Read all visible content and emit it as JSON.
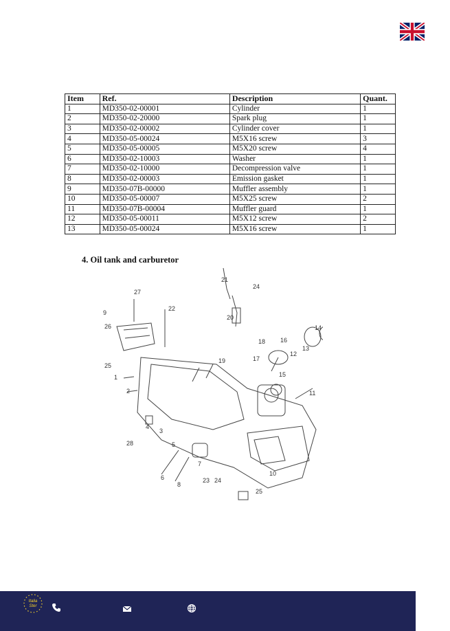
{
  "language_flag": "uk-flag-icon",
  "table": {
    "headers": [
      "Item",
      "Ref.",
      "Description",
      "Quant."
    ],
    "rows": [
      [
        "1",
        "MD350-02-00001",
        "Cylinder",
        "1"
      ],
      [
        "2",
        "MD350-02-20000",
        "Spark plug",
        "1"
      ],
      [
        "3",
        "MD350-02-00002",
        "Cylinder cover",
        "1"
      ],
      [
        "4",
        "MD350-05-00024",
        "M5X16 screw",
        "3"
      ],
      [
        "5",
        "MD350-05-00005",
        "M5X20 screw",
        "4"
      ],
      [
        "6",
        "MD350-02-10003",
        "Washer",
        "1"
      ],
      [
        "7",
        "MD350-02-10000",
        "Decompression valve",
        "1"
      ],
      [
        "8",
        "MD350-02-00003",
        "Emission gasket",
        "1"
      ],
      [
        "9",
        "MD350-07B-00000",
        "Muffler assembly",
        "1"
      ],
      [
        "10",
        "MD350-05-00007",
        "M5X25 screw",
        "2"
      ],
      [
        "11",
        "MD350-07B-00004",
        "Muffler guard",
        "1"
      ],
      [
        "12",
        "MD350-05-00011",
        "M5X12 screw",
        "2"
      ],
      [
        "13",
        "MD350-05-00024",
        "M5X16 screw",
        "1"
      ]
    ]
  },
  "section_title": "4.  Oil tank and carburetor",
  "diagram": {
    "labels": [
      "27",
      "22",
      "21",
      "24",
      "20",
      "19",
      "18",
      "17",
      "16",
      "15",
      "14",
      "13",
      "12",
      "11",
      "9",
      "26",
      "25",
      "1",
      "2",
      "3",
      "4",
      "28",
      "5",
      "6",
      "7",
      "8",
      "23",
      "24",
      "25",
      "10"
    ]
  },
  "footer": {
    "logo_text": [
      "Italia",
      "Ster"
    ],
    "icons": [
      "phone-icon",
      "mail-icon",
      "globe-icon"
    ],
    "bg_color": "#1f2456"
  }
}
